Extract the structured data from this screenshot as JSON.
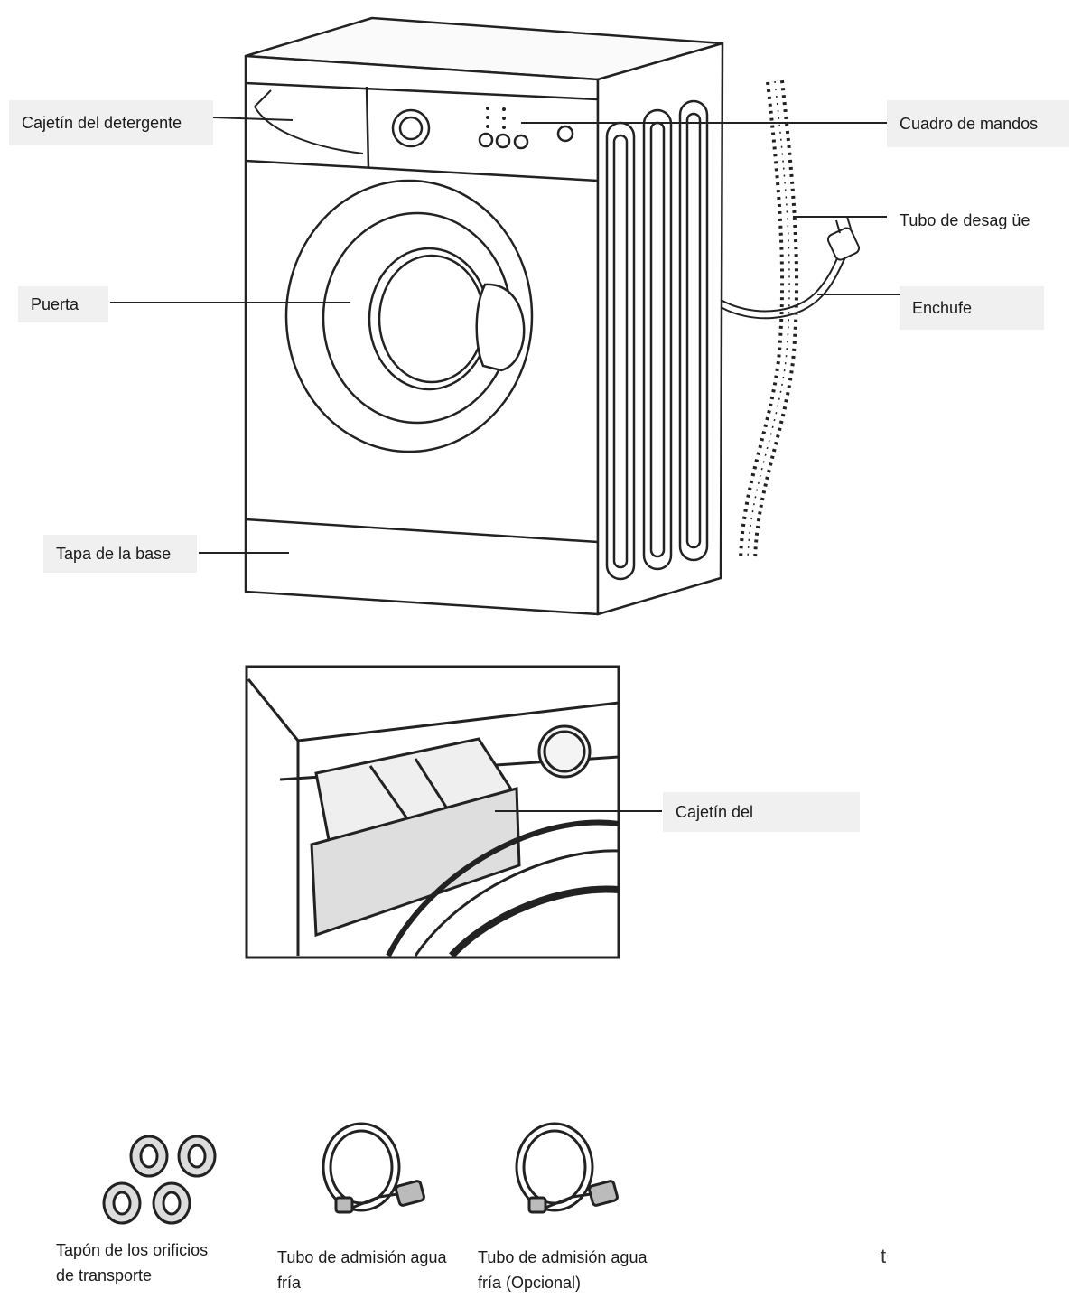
{
  "main_labels": {
    "detergent_drawer": "Cajetín del detergente",
    "control_panel": "Cuadro de mandos",
    "drain_hose": "Tubo de desag üe",
    "plug": "Enchufe",
    "door": "Puerta",
    "base_cover": "Tapa de la base"
  },
  "detail_label": "Cajetín del",
  "accessories": [
    {
      "line1": "Tapón de los orificios",
      "line2": "de transporte"
    },
    {
      "line1": "Tubo de admisión agua",
      "line2": "fría"
    },
    {
      "line1": "Tubo de admisión agua",
      "line2": "fría (Opcional)"
    }
  ],
  "stray_mark": "t",
  "colors": {
    "label_bg": "#f0f0f0",
    "line": "#222222"
  }
}
